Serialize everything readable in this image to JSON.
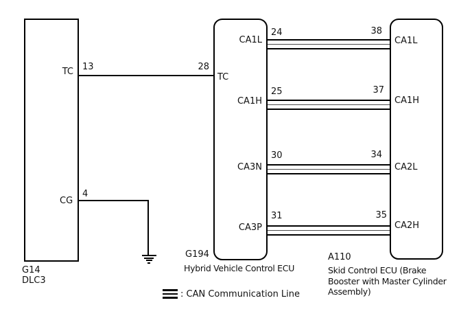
{
  "components": {
    "dlc3": {
      "code": "G14",
      "name": "DLC3"
    },
    "hv_ecu": {
      "code": "G194",
      "name": "Hybrid Vehicle Control ECU"
    },
    "skid_ecu": {
      "code": "A110",
      "name": "Skid Control ECU (Brake\nBooster with Master Cylinder\nAssembly)"
    }
  },
  "pins": {
    "dlc3_tc": {
      "label": "TC",
      "number": "13"
    },
    "dlc3_cg": {
      "label": "CG",
      "number": "4"
    },
    "hv_tc": {
      "label": "TC",
      "number": "28"
    },
    "hv_ca1l": {
      "label": "CA1L",
      "number": "24"
    },
    "hv_ca1h": {
      "label": "CA1H",
      "number": "25"
    },
    "hv_ca3n": {
      "label": "CA3N",
      "number": "30"
    },
    "hv_ca3p": {
      "label": "CA3P",
      "number": "31"
    },
    "skid_ca1l": {
      "label": "CA1L",
      "number": "38"
    },
    "skid_ca1h": {
      "label": "CA1H",
      "number": "37"
    },
    "skid_ca2l": {
      "label": "CA2L",
      "number": "34"
    },
    "skid_ca2h": {
      "label": "CA2H",
      "number": "35"
    }
  },
  "connections": [
    {
      "from": "G14 pin 13 (TC)",
      "to": "G194 pin 28 (TC)",
      "type": "plain"
    },
    {
      "from": "G14 pin 4 (CG)",
      "to": "ground",
      "type": "plain"
    },
    {
      "from": "G194 pin 24 (CA1L)",
      "to": "A110 pin 38 (CA1L)",
      "type": "can"
    },
    {
      "from": "G194 pin 25 (CA1H)",
      "to": "A110 pin 37 (CA1H)",
      "type": "can"
    },
    {
      "from": "G194 pin 30 (CA3N)",
      "to": "A110 pin 34 (CA2L)",
      "type": "can"
    },
    {
      "from": "G194 pin 31 (CA3P)",
      "to": "A110 pin 35 (CA2H)",
      "type": "can"
    }
  ],
  "legend": {
    "symbol": "can-line-symbol",
    "label": ": CAN Communication Line"
  },
  "colors": {
    "line": "#000000",
    "can_center_line": "#4d4d4d",
    "background": "#ffffff",
    "text": "#111111"
  }
}
